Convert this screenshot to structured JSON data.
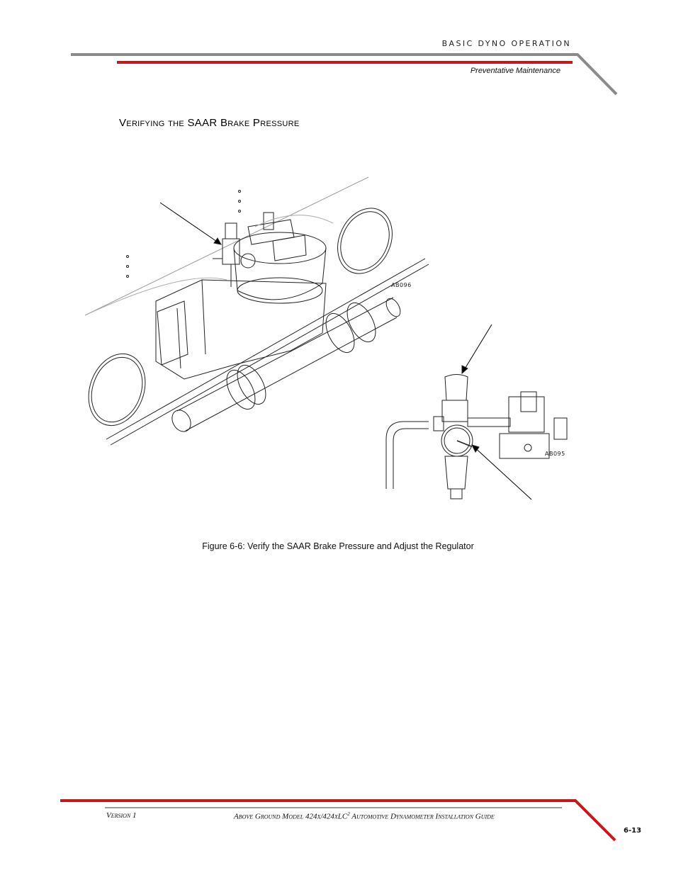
{
  "header": {
    "section_title": "BASIC DYNO OPERATION",
    "subsection": "Preventative Maintenance"
  },
  "content": {
    "heading": "Verifying the SAAR Brake Pressure",
    "figure_caption": "Figure 6-6: Verify the SAAR Brake Pressure and Adjust the Regulator",
    "figure_1_id": "AB096",
    "figure_2_id": "AB095"
  },
  "footer": {
    "version": "Version 1",
    "guide_title_a": "Above Ground Model 424x/424xLC",
    "guide_title_sup": "2",
    "guide_title_b": " Automotive Dynamometer Installation Guide",
    "page_number": "6-13"
  },
  "colors": {
    "accent_red": "#c8161d",
    "rule_gray": "#888888"
  }
}
